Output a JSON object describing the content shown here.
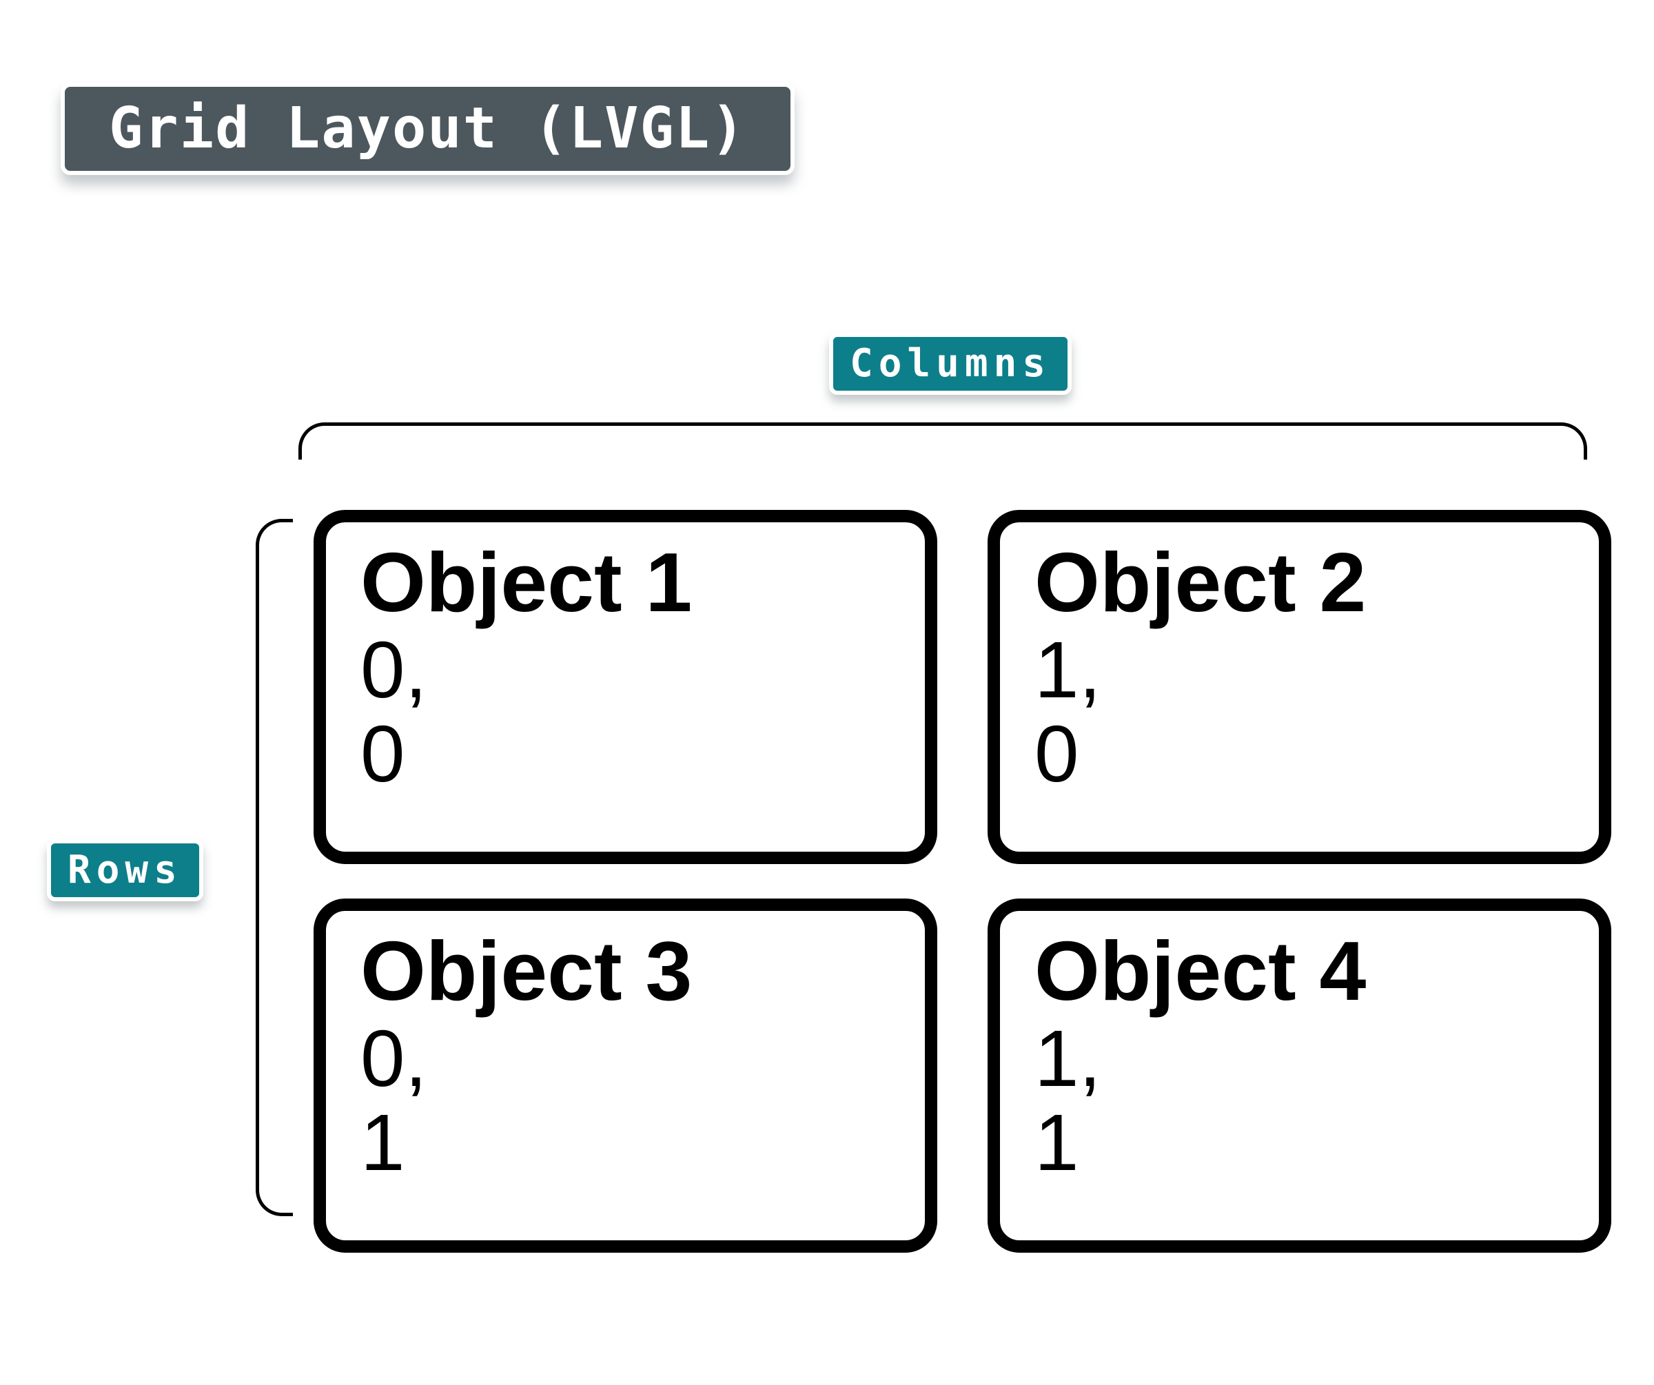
{
  "title_badge": {
    "label": "Grid Layout (LVGL)"
  },
  "columns_badge": {
    "label": "Columns"
  },
  "rows_badge": {
    "label": "Rows"
  },
  "objects": [
    {
      "name": "Object 1",
      "column": "0",
      "row": "0",
      "coords": [
        "0,",
        "0"
      ]
    },
    {
      "name": "Object 2",
      "column": "1",
      "row": "0",
      "coords": [
        "1,",
        "0"
      ]
    },
    {
      "name": "Object 3",
      "column": "0",
      "row": "1",
      "coords": [
        "0,",
        "1"
      ]
    },
    {
      "name": "Object 4",
      "column": "1",
      "row": "1",
      "coords": [
        "1,",
        "1"
      ]
    }
  ],
  "colors": {
    "slate": "#4d585e",
    "teal": "#0d7f8a",
    "ink": "#000000",
    "paper": "#ffffff"
  }
}
